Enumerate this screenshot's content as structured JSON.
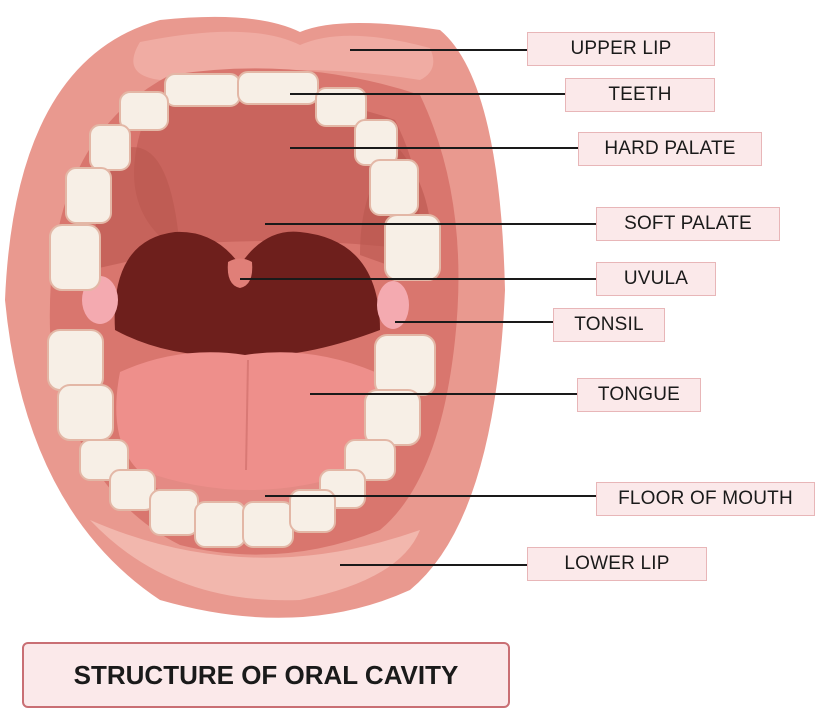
{
  "title": "STRUCTURE OF ORAL CAVITY",
  "labels": {
    "upper_lip": "UPPER LIP",
    "teeth": "TEETH",
    "hard_palate": "HARD PALATE",
    "soft_palate": "SOFT PALATE",
    "uvula": "UVULA",
    "tonsil": "TONSIL",
    "tongue": "TONGUE",
    "floor_of_mouth": "FLOOR OF MOUTH",
    "lower_lip": "LOWER LIP"
  },
  "colors": {
    "lip": "#e9998f",
    "lip_highlight": "#f5c3b9",
    "palate": "#c9645d",
    "throat": "#6e1f1c",
    "tongue": "#ee8f8b",
    "tooth": "#f7efe6",
    "tonsil": "#f4aab0",
    "label_fill": "#fbe9ea",
    "label_border": "#e8b6b8",
    "title_border": "#c96f74"
  }
}
